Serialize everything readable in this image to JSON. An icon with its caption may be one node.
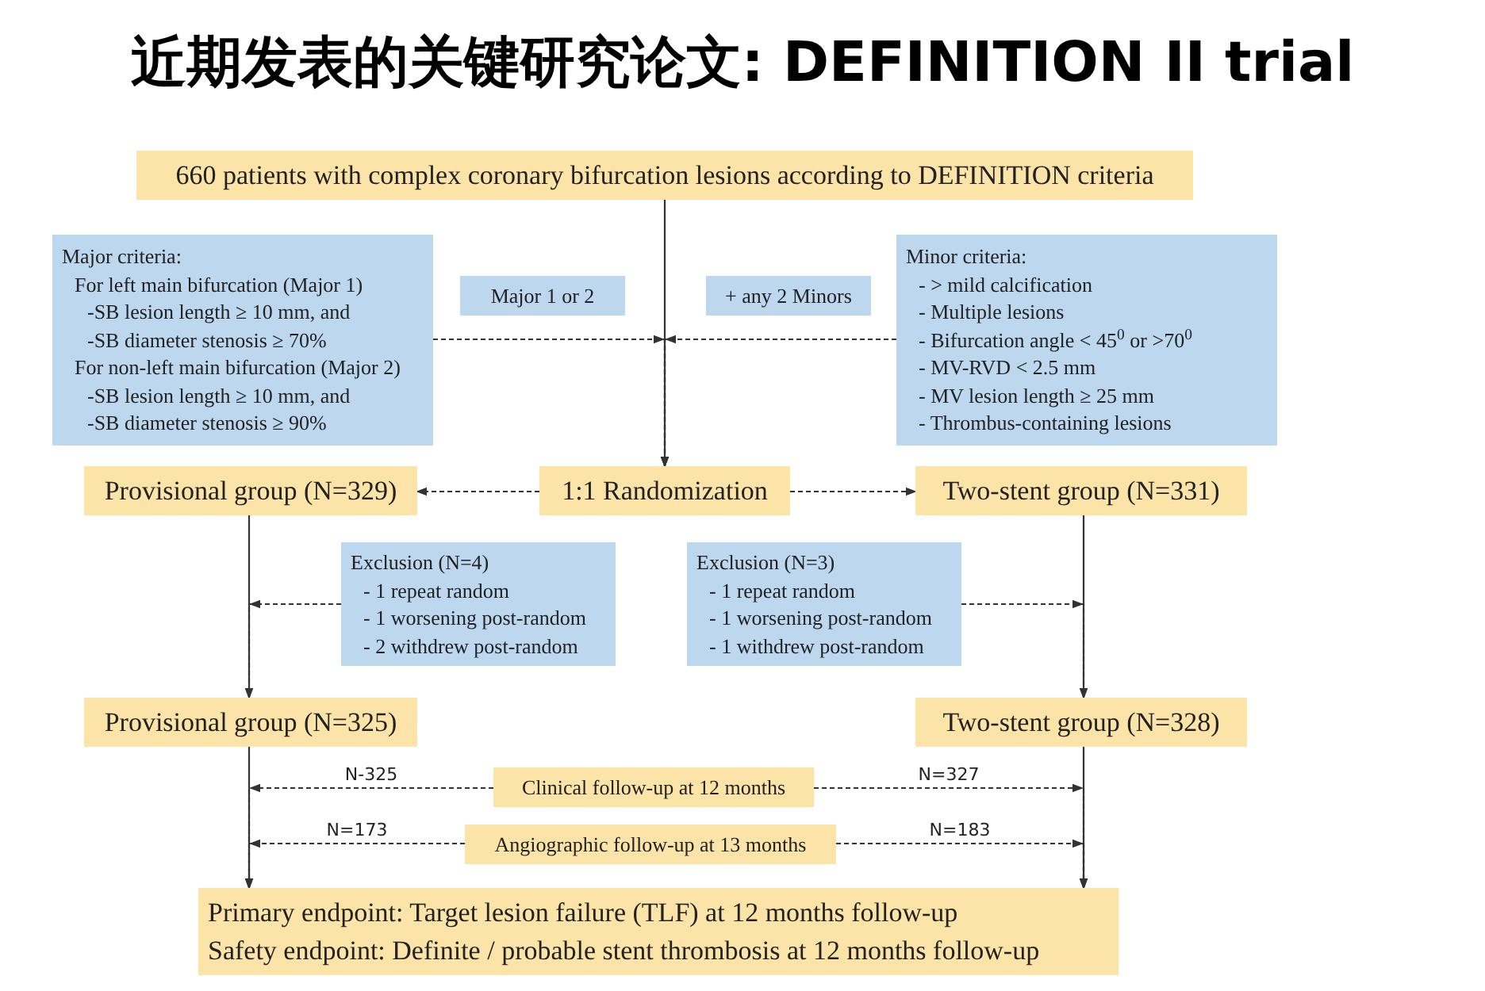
{
  "diagram": {
    "title": "近期发表的关键研究论文: DEFINITION II trial",
    "nodes": [
      {
        "text": [
          "660 patients with complex coronary bifurcation lesions according to DEFINITION criteria"
        ]
      },
      {
        "text": [
          "Major criteria:",
          "For left main bifurcation (Major 1)",
          "-SB lesion length ≥ 10 mm, and",
          "-SB  diameter stenosis ≥ 70%",
          "For non-left main bifurcation (Major 2)",
          "-SB lesion length ≥ 10 mm, and",
          "-SB  diameter stenosis ≥ 90%"
        ]
      },
      {
        "text": [
          "Major 1 or 2"
        ]
      },
      {
        "text": [
          "+ any 2 Minors"
        ]
      },
      {
        "text": [
          "Minor criteria:",
          "- > mild calcification",
          "- Multiple lesions",
          "- Bifurcation angle < 45$^{0}$ or >70$^{0}$",
          "- MV-RVD < 2.5 mm",
          "- MV lesion length ≥ 25 mm",
          "- Thrombus-containing lesions"
        ]
      },
      {
        "text": [
          "1:1 Randomization"
        ]
      },
      {
        "text": [
          "Provisional group (N=329)"
        ]
      },
      {
        "text": [
          "Two-stent group (N=331)"
        ]
      },
      {
        "text": [
          "Exclusion  (N=4)",
          "- 1 repeat random",
          "- 1 worsening post-random",
          "- 2 withdrew post-random"
        ]
      },
      {
        "text": [
          "Exclusion  (N=3)",
          "- 1 repeat random",
          "- 1 worsening post-random",
          "- 1 withdrew post-random"
        ]
      },
      {
        "text": [
          "Provisional group (N=325)"
        ]
      },
      {
        "text": [
          "Two-stent group (N=328)"
        ]
      },
      {
        "text": [
          "Clinical follow-up at 12 months"
        ]
      },
      {
        "text": [
          "Angiographic follow-up at 13 months"
        ]
      },
      {
        "text": [
          "Primary endpoint: Target lesion failure (TLF) at 12 months follow-up",
          "Safety endpoint: Definite / probable stent thrombosis at 12 months follow-up"
        ]
      }
    ],
    "edges": [
      {
        "from": 0,
        "to": 5,
        "arrow": "to"
      },
      {
        "from": 1,
        "to": 5,
        "arrow": "to",
        "style": "dashed"
      },
      {
        "from": 4,
        "to": 5,
        "arrow": "to",
        "style": "dashed"
      },
      {
        "from": 5,
        "to": 6,
        "arrow": "to",
        "style": "dashed"
      },
      {
        "from": 5,
        "to": 7,
        "arrow": "to",
        "style": "dashed"
      },
      {
        "from": 6,
        "to": 10,
        "arrow": "to"
      },
      {
        "from": 7,
        "to": 11,
        "arrow": "to"
      },
      {
        "from": 8,
        "to": 10,
        "arrow": "to",
        "style": "dashed"
      },
      {
        "from": 9,
        "to": 11,
        "arrow": "to",
        "style": "dashed"
      },
      {
        "from": 10,
        "to": 14,
        "arrow": "to"
      },
      {
        "from": 11,
        "to": 14,
        "arrow": "to"
      },
      {
        "from": 12,
        "to": 14,
        "arrow": "to",
        "style": "dashed",
        "label": "N-325"
      },
      {
        "from": 12,
        "to": 14,
        "arrow": "to",
        "style": "dashed",
        "label": "N=327"
      },
      {
        "from": 13,
        "to": 14,
        "arrow": "to",
        "style": "dashed",
        "label": "N=173"
      },
      {
        "from": 13,
        "to": 14,
        "arrow": "to",
        "style": "dashed",
        "label": "N=183"
      }
    ]
  }
}
